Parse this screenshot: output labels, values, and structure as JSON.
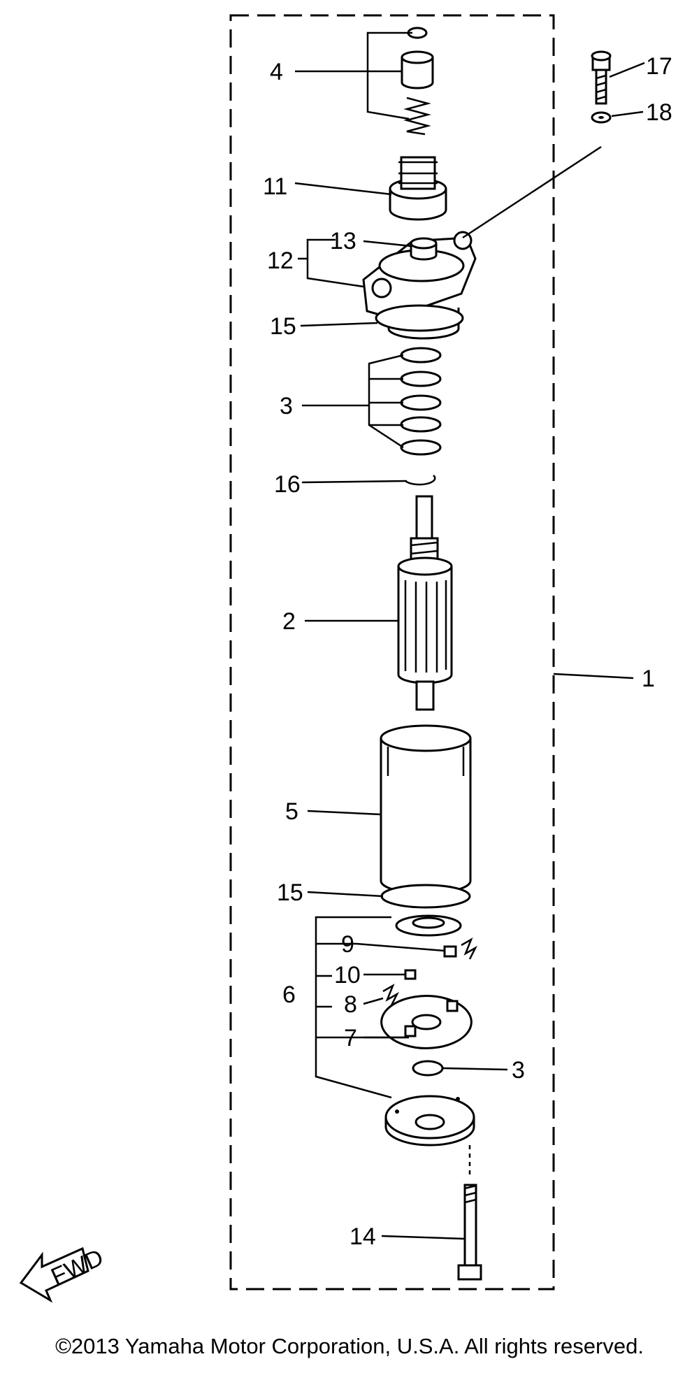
{
  "labels": {
    "p1": "1",
    "p2": "2",
    "p3a": "3",
    "p3b": "3",
    "p4": "4",
    "p5": "5",
    "p6": "6",
    "p7": "7",
    "p8": "8",
    "p9": "9",
    "p10": "10",
    "p11": "11",
    "p12": "12",
    "p13": "13",
    "p14": "14",
    "p15a": "15",
    "p15b": "15",
    "p16": "16",
    "p17": "17",
    "p18": "18"
  },
  "fwd": "FWD",
  "copyright": "©2013 Yamaha Motor Corporation, U.S.A. All rights reserved."
}
